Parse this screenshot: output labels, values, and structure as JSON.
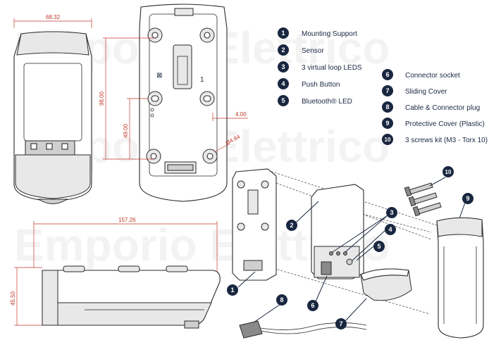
{
  "watermark": "Emporio Elettrico",
  "dimensions": {
    "top_width": "68.32",
    "height_total": "98.00",
    "height_half": "49.00",
    "offset": "4.00",
    "hole_diameter": "Ø4.84",
    "side_length": "157.26",
    "side_depth": "45.50"
  },
  "mount_mark": "1",
  "legend": [
    {
      "num": "1",
      "label": "Mounting Support"
    },
    {
      "num": "2",
      "label": "Sensor"
    },
    {
      "num": "3",
      "label": "3 virtual loop LEDS"
    },
    {
      "num": "4",
      "label": "Push Button"
    },
    {
      "num": "5",
      "label": "Bluetooth® LED"
    },
    {
      "num": "6",
      "label": "Connector socket"
    },
    {
      "num": "7",
      "label": "Sliding Cover"
    },
    {
      "num": "8",
      "label": "Cable & Connector plug"
    },
    {
      "num": "9",
      "label": "Protective Cover (Plastic)"
    },
    {
      "num": "10",
      "label": "3 screws kit (M3 - Torx 10)"
    }
  ],
  "colors": {
    "badge": "#1a2740",
    "dimension": "#c0392b"
  }
}
